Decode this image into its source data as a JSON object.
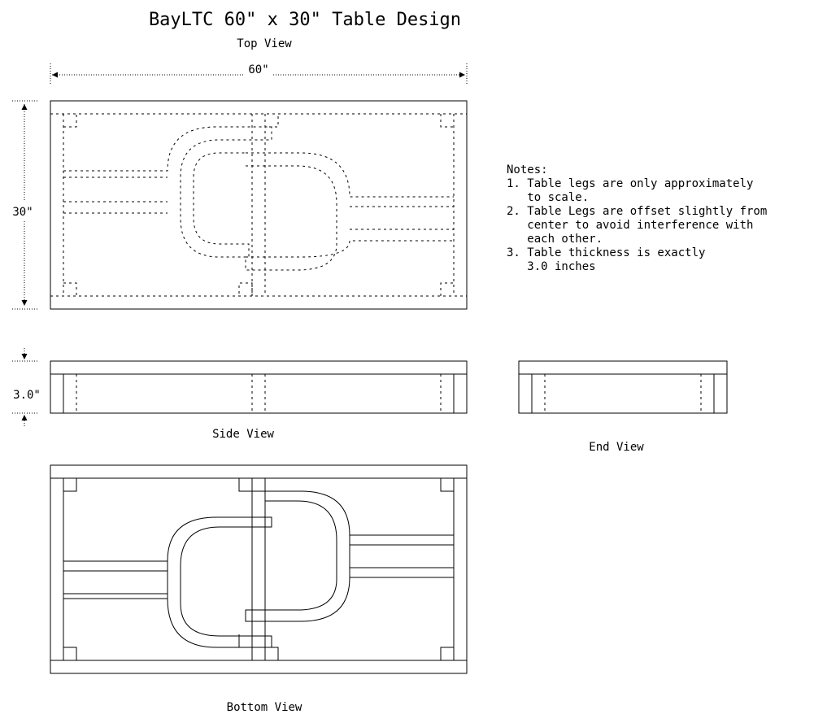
{
  "title": "BayLTC 60\" x 30\" Table Design",
  "views": {
    "top": "Top View",
    "side": "Side View",
    "end": "End View",
    "bottom": "Bottom View"
  },
  "dimensions": {
    "width": "60\"",
    "depth": "30\"",
    "thickness": "3.0\""
  },
  "notes": {
    "heading": "Notes:",
    "lines": [
      "1. Table legs are only approximately",
      "   to scale.",
      "2. Table Legs are offset slightly from",
      "   center to avoid interference with",
      "   each other.",
      "3. Table thickness is exactly",
      "   3.0 inches"
    ]
  }
}
